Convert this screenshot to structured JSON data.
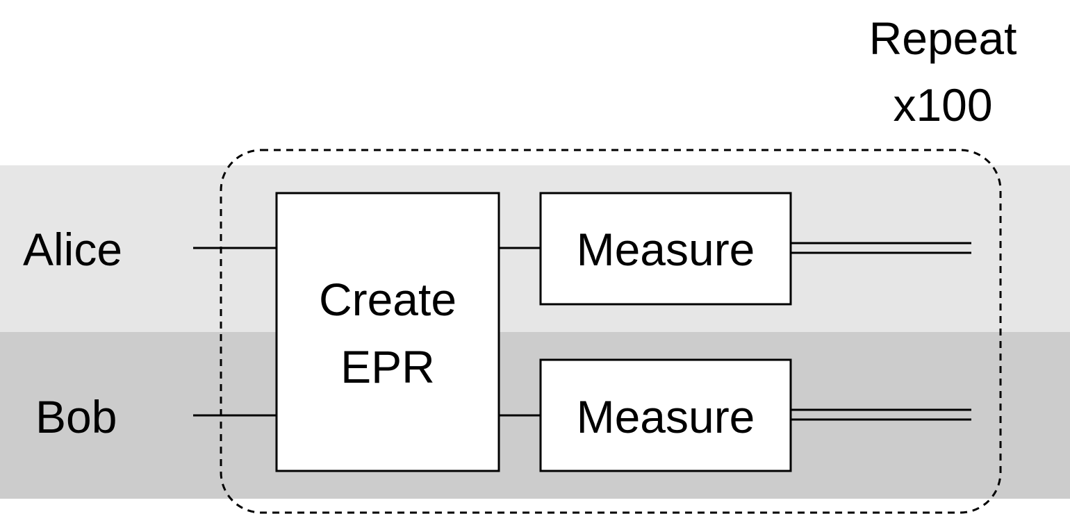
{
  "parties": {
    "alice": "Alice",
    "bob": "Bob"
  },
  "repeat": {
    "line1": "Repeat",
    "line2": "x100"
  },
  "boxes": {
    "create_epr": {
      "line1": "Create",
      "line2": "EPR"
    },
    "measure_alice": "Measure",
    "measure_bob": "Measure"
  },
  "colors": {
    "alice_band": "#e6e6e6",
    "bob_band": "#cccccc",
    "box_fill": "#ffffff",
    "stroke": "#000000"
  }
}
